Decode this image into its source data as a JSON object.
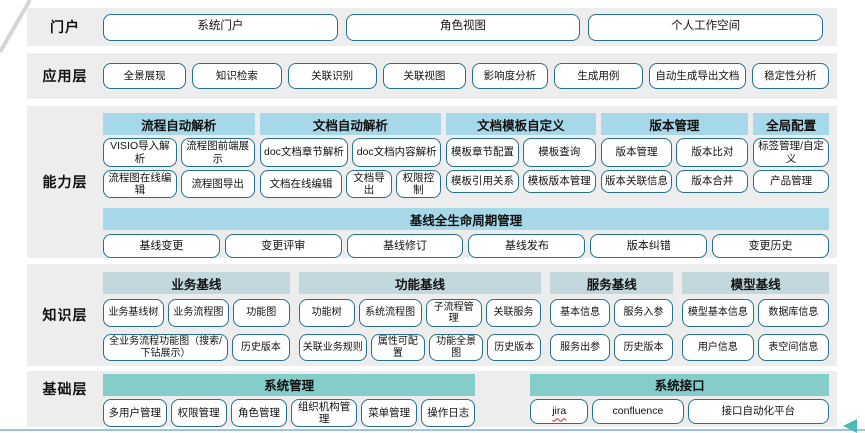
{
  "colors": {
    "band_bg": "#ededed",
    "header_blue": "#a6d8ea",
    "header_gray_blue": "#c2d8dc",
    "header_teal": "#85cdc9",
    "chip_border": "#25708f",
    "accent_line": "#9cc2e5",
    "arrow": "#4cb9b4"
  },
  "layers": {
    "portal": {
      "label": "门户",
      "items": [
        "系统门户",
        "角色视图",
        "个人工作空间"
      ]
    },
    "application": {
      "label": "应用层",
      "items": [
        "全景展现",
        "知识检索",
        "关联识别",
        "关联视图",
        "影响度分析",
        "生成用例",
        "自动生成导出文档",
        "稳定性分析"
      ]
    },
    "capability": {
      "label": "能力层",
      "groups": [
        {
          "title": "流程自动解析",
          "rows": [
            [
              "VISIO导入解析",
              "流程图前端展示"
            ],
            [
              "流程图在线编辑",
              "流程图导出"
            ]
          ]
        },
        {
          "title": "文档自动解析",
          "rows": [
            [
              "doc文档章节解析",
              "doc文档内容解析"
            ],
            [
              "文档在线编辑",
              "文档导出",
              "权限控制"
            ]
          ]
        },
        {
          "title": "文档模板自定义",
          "rows": [
            [
              "模板章节配置",
              "模板查询"
            ],
            [
              "模板引用关系",
              "模板版本管理"
            ]
          ]
        },
        {
          "title": "版本管理",
          "rows": [
            [
              "版本管理",
              "版本比对"
            ],
            [
              "版本关联信息",
              "版本合并"
            ]
          ]
        },
        {
          "title": "全局配置",
          "rows": [
            [
              "标签管理/自定义"
            ],
            [
              "产品管理"
            ]
          ]
        }
      ],
      "baseline": {
        "title": "基线全生命周期管理",
        "items": [
          "基线变更",
          "变更评审",
          "基线修订",
          "基线发布",
          "版本纠错",
          "变更历史"
        ]
      }
    },
    "knowledge": {
      "label": "知识层",
      "groups": [
        {
          "title": "业务基线",
          "rows": [
            [
              "业务基线树",
              "业务流程图",
              "功能图"
            ],
            [
              "全业务流程功能图（搜索/下钻展示）",
              "历史版本"
            ]
          ]
        },
        {
          "title": "功能基线",
          "rows": [
            [
              "功能树",
              "系统流程图",
              "子流程管理",
              "关联服务"
            ],
            [
              "关联业务规则",
              "属性可配置",
              "功能全景图",
              "历史版本"
            ]
          ]
        },
        {
          "title": "服务基线",
          "rows": [
            [
              "基本信息",
              "服务入参"
            ],
            [
              "服务出参",
              "历史版本"
            ]
          ]
        },
        {
          "title": "模型基线",
          "rows": [
            [
              "模型基本信息",
              "数据库信息"
            ],
            [
              "用户信息",
              "表空间信息"
            ]
          ]
        }
      ]
    },
    "foundation": {
      "label": "基础层",
      "groups": [
        {
          "title": "系统管理",
          "items": [
            "多用户管理",
            "权限管理",
            "角色管理",
            "组织机构管理",
            "菜单管理",
            "操作日志"
          ]
        },
        {
          "title": "系统接口",
          "items": [
            "jira",
            "confluence",
            "接口自动化平台"
          ]
        }
      ]
    }
  }
}
